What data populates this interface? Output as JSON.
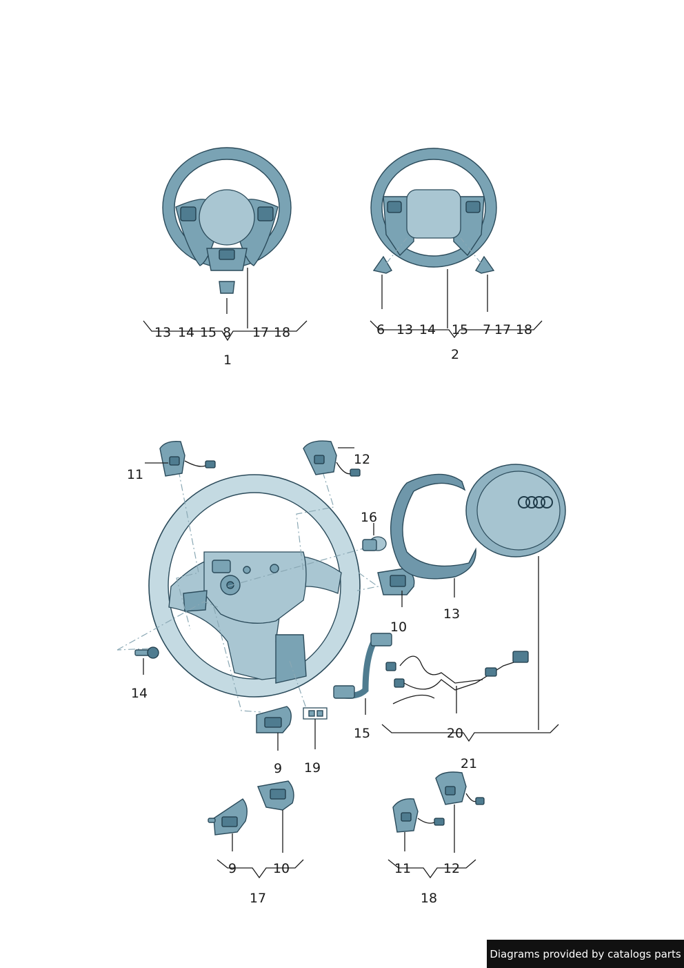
{
  "callouts": {
    "g1": [
      "13",
      "14",
      "15",
      "8",
      "17",
      "18"
    ],
    "g1_assembly": "1",
    "g2": [
      "6",
      "13",
      "14",
      "15",
      "7",
      "17",
      "18"
    ],
    "g2_assembly": "2",
    "main": {
      "p11": "11",
      "p12": "12",
      "p16": "16",
      "p10": "10",
      "p13": "13",
      "p14": "14",
      "p15": "15",
      "p20": "20",
      "p21": "21",
      "p9": "9",
      "p19": "19"
    },
    "g17": [
      "9",
      "10"
    ],
    "g17_assembly": "17",
    "g18": [
      "11",
      "12"
    ],
    "g18_assembly": "18"
  },
  "footer": {
    "text": "Diagrams provided by catalogs parts"
  },
  "colors": {
    "part_fill": "#7aa3b4",
    "outline": "#2a4a5a",
    "footer_bg": "#111111"
  }
}
